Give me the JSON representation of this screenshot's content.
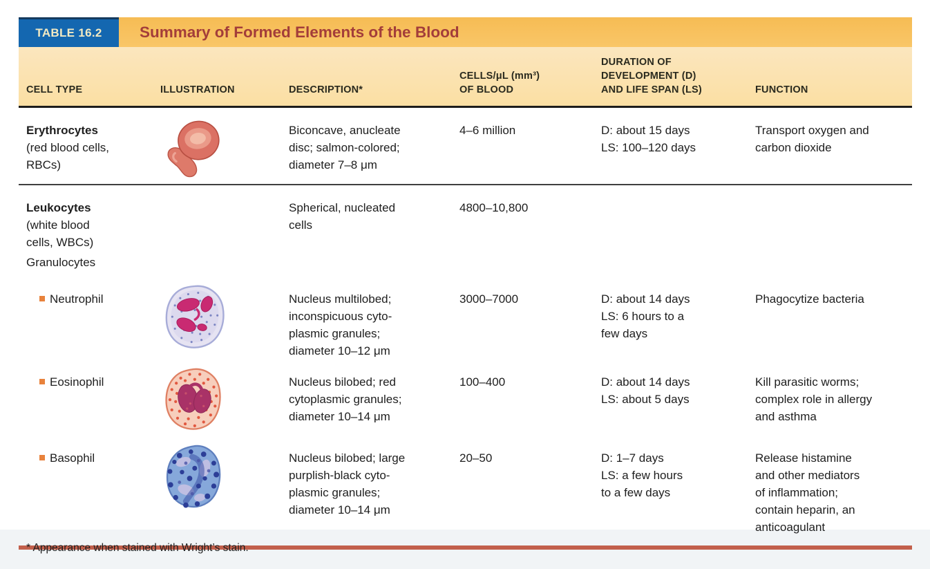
{
  "table": {
    "tag": "TABLE 16.2",
    "title": "Summary of Formed Elements of the Blood",
    "columns": [
      "CELL TYPE",
      "ILLUSTRATION",
      "DESCRIPTION*",
      "CELLS/μL (mm³)\nOF BLOOD",
      "DURATION OF\nDEVELOPMENT (D)\nAND LIFE SPAN (LS)",
      "FUNCTION"
    ],
    "granulocytes_label": "Granulocytes",
    "footnote": "* Appearance when stained with Wright’s stain.",
    "colors": {
      "tag_blue": "#1467B0",
      "title_amber": "#F8C262",
      "title_red": "#A33D3A",
      "header_band": "#FBDFA3",
      "bottom_rule_red": "#C2604C",
      "bullet_orange": "#E8823C"
    }
  },
  "rows": [
    {
      "name": "Erythrocytes",
      "name_sub": "(red blood cells,\nRBCs)",
      "illustration": "erythrocyte-cells",
      "description": "Biconcave, anucleate\ndisc; salmon-colored;\ndiameter 7–8 μm",
      "cells_per_ul": "4–6 million",
      "duration": "D: about 15 days\nLS: 100–120 days",
      "function": "Transport oxygen and\ncarbon dioxide"
    },
    {
      "name": "Leukocytes",
      "name_sub": "(white blood\ncells, WBCs)",
      "illustration": "",
      "description": "Spherical, nucleated\ncells",
      "cells_per_ul": "4800–10,800",
      "duration": "",
      "function": ""
    },
    {
      "name": "Neutrophil",
      "illustration": "neutrophil-cell",
      "description": "Nucleus multilobed;\ninconspicuous cyto-\nplasmic granules;\ndiameter 10–12 μm",
      "cells_per_ul": "3000–7000",
      "duration": "D: about 14 days\nLS: 6 hours to a\nfew days",
      "function": "Phagocytize bacteria"
    },
    {
      "name": "Eosinophil",
      "illustration": "eosinophil-cell",
      "description": "Nucleus bilobed; red\ncytoplasmic granules;\ndiameter 10–14 μm",
      "cells_per_ul": "100–400",
      "duration": "D: about 14 days\nLS: about 5 days",
      "function": "Kill parasitic worms;\ncomplex role in allergy\nand asthma"
    },
    {
      "name": "Basophil",
      "illustration": "basophil-cell",
      "description": "Nucleus bilobed; large\npurplish-black cyto-\nplasmic granules;\ndiameter 10–14 μm",
      "cells_per_ul": "20–50",
      "duration": "D: 1–7 days\nLS: a few hours\nto a few days",
      "function": "Release histamine\nand other mediators\nof inflammation;\ncontain heparin, an\nanticoagulant"
    }
  ]
}
